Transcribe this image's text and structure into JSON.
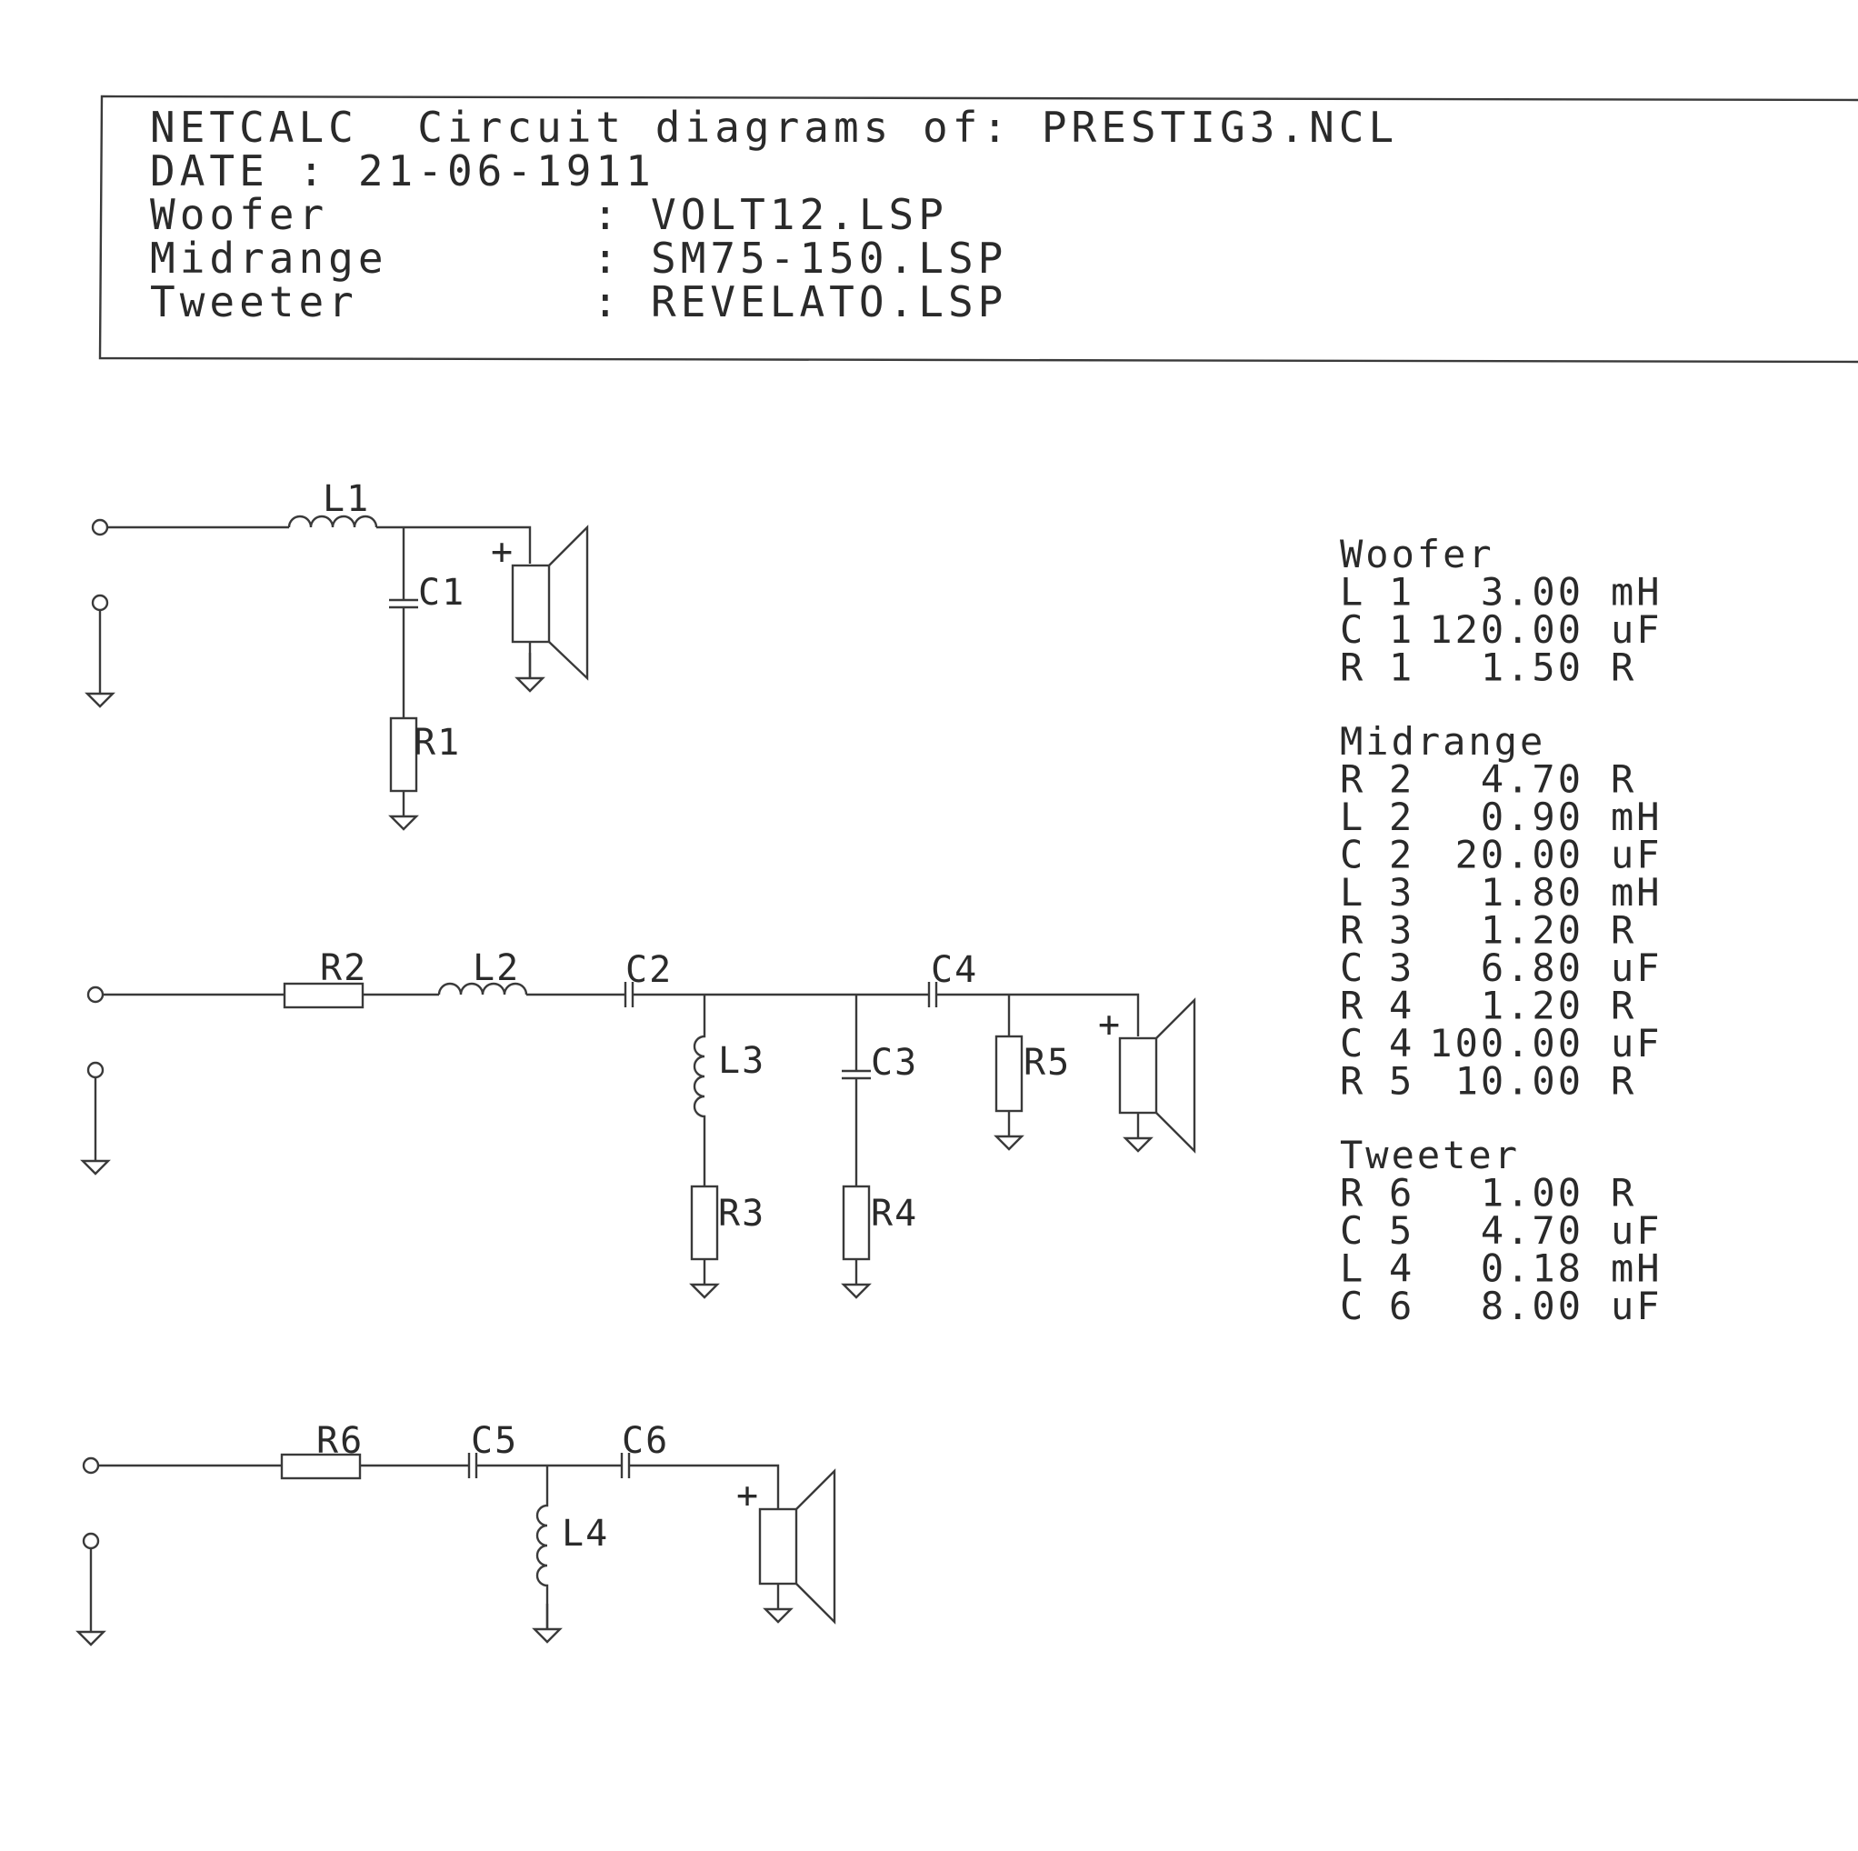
{
  "header": {
    "title": "NETCALC  Circuit diagrams of: PRESTIG3.NCL",
    "date_line": "DATE : 21-06-1911",
    "drivers": [
      {
        "role": "Woofer",
        "sep": ":",
        "file": "VOLT12.LSP"
      },
      {
        "role": "Midrange",
        "sep": ":",
        "file": "SM75-150.LSP"
      },
      {
        "role": "Tweeter",
        "sep": ":",
        "file": "REVELATO.LSP"
      }
    ]
  },
  "woofer": {
    "labels": {
      "L1": "L1",
      "C1": "C1",
      "R1": "R1",
      "plus": "+"
    }
  },
  "midrange": {
    "labels": {
      "R2": "R2",
      "L2": "L2",
      "C2": "C2",
      "C4": "C4",
      "L3": "L3",
      "C3": "C3",
      "R5": "R5",
      "R3": "R3",
      "R4": "R4",
      "plus": "+"
    }
  },
  "tweeter": {
    "labels": {
      "R6": "R6",
      "C5": "C5",
      "C6": "C6",
      "L4": "L4",
      "plus": "+"
    }
  },
  "parts_list": [
    {
      "section": "Woofer",
      "items": [
        {
          "t": "L",
          "n": "1",
          "v": "3.00",
          "u": "mH"
        },
        {
          "t": "C",
          "n": "1",
          "v": "120.00",
          "u": "uF"
        },
        {
          "t": "R",
          "n": "1",
          "v": "1.50",
          "u": "R"
        }
      ]
    },
    {
      "section": "Midrange",
      "items": [
        {
          "t": "R",
          "n": "2",
          "v": "4.70",
          "u": "R"
        },
        {
          "t": "L",
          "n": "2",
          "v": "0.90",
          "u": "mH"
        },
        {
          "t": "C",
          "n": "2",
          "v": "20.00",
          "u": "uF"
        },
        {
          "t": "L",
          "n": "3",
          "v": "1.80",
          "u": "mH"
        },
        {
          "t": "R",
          "n": "3",
          "v": "1.20",
          "u": "R"
        },
        {
          "t": "C",
          "n": "3",
          "v": "6.80",
          "u": "uF"
        },
        {
          "t": "R",
          "n": "4",
          "v": "1.20",
          "u": "R"
        },
        {
          "t": "C",
          "n": "4",
          "v": "100.00",
          "u": "uF"
        },
        {
          "t": "R",
          "n": "5",
          "v": "10.00",
          "u": "R"
        }
      ]
    },
    {
      "section": "Tweeter",
      "items": [
        {
          "t": "R",
          "n": "6",
          "v": "1.00",
          "u": "R"
        },
        {
          "t": "C",
          "n": "5",
          "v": "4.70",
          "u": "uF"
        },
        {
          "t": "L",
          "n": "4",
          "v": "0.18",
          "u": "mH"
        },
        {
          "t": "C",
          "n": "6",
          "v": "8.00",
          "u": "uF"
        }
      ]
    }
  ]
}
